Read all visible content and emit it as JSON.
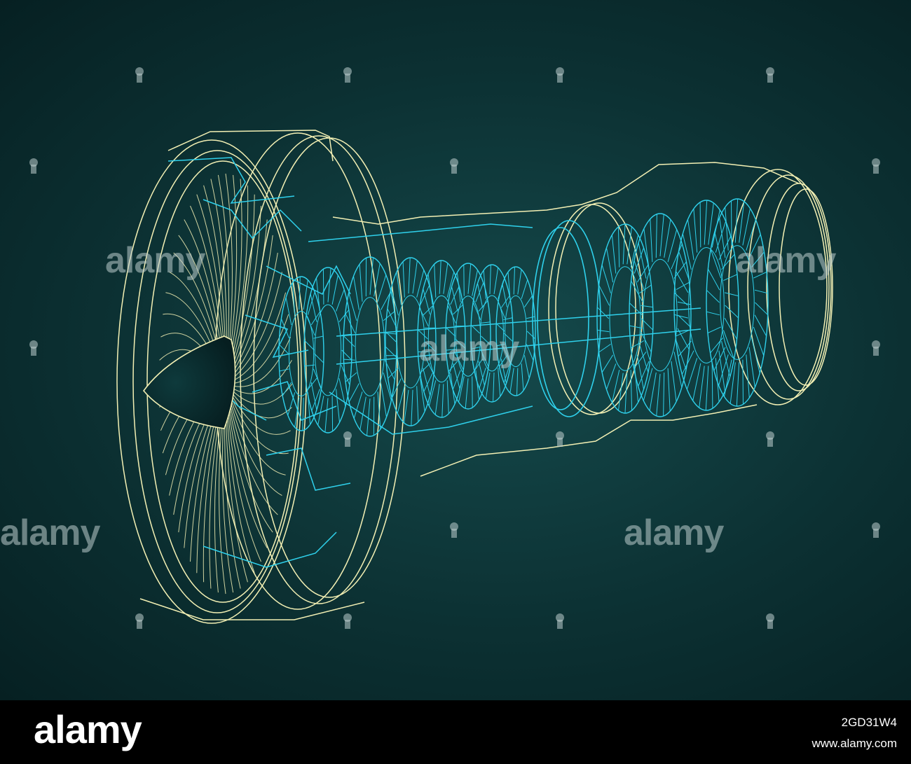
{
  "illustration": {
    "subject": "turbofan-engine-cutaway-blueprint",
    "colors": {
      "background": "#0c3133",
      "outline": "#f3f0b4",
      "internals": "#2fd1ec"
    }
  },
  "watermark": {
    "text": "alamy"
  },
  "footer": {
    "brand": "alamy",
    "image_id": "2GD31W4",
    "site": "www.alamy.com"
  }
}
